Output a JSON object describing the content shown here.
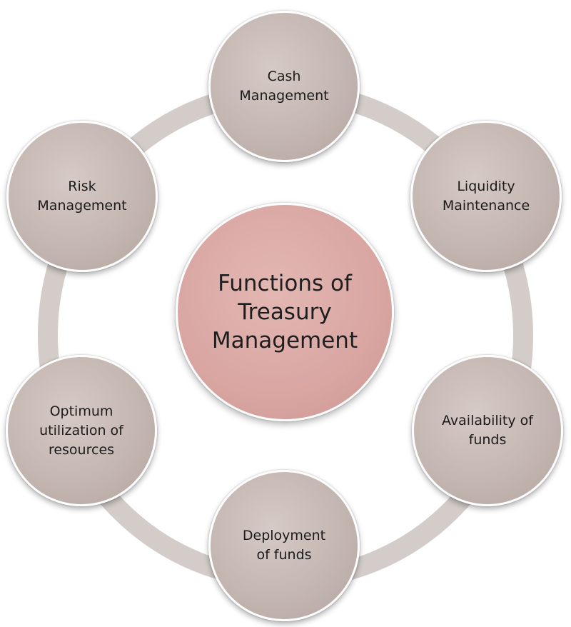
{
  "colors": {
    "ring": "#d0c9c6",
    "node_fill": "#c4b6b1",
    "center_fill": "#d9a6a2",
    "text": "#1a1a1a"
  },
  "center": {
    "label": "Functions of\nTreasury\nManagement"
  },
  "nodes": [
    {
      "label": "Cash\nManagement"
    },
    {
      "label": "Liquidity\nMaintenance"
    },
    {
      "label": "Availability of\nfunds"
    },
    {
      "label": "Deployment\nof funds"
    },
    {
      "label": "Optimum\nutilization of\nresources"
    },
    {
      "label": "Risk\nManagement"
    }
  ]
}
